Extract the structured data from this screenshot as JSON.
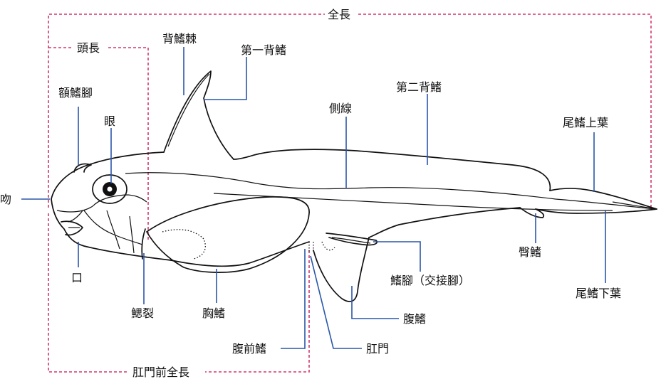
{
  "labels": {
    "total_length": "全長",
    "head_length": "頭長",
    "preanal_length": "肛門前全長",
    "frontal_clasper": "額鰭腳",
    "eye": "眼",
    "snout": "吻",
    "mouth": "口",
    "gill_slit": "鰓裂",
    "dorsal_spine": "背鰭棘",
    "first_dorsal": "第一背鰭",
    "second_dorsal": "第二背鰭",
    "lateral_line": "側線",
    "upper_caudal_lobe": "尾鰭上葉",
    "lower_caudal_lobe": "尾鰭下葉",
    "anal_fin": "臀鰭",
    "clasper": "鰭腳（交接腳）",
    "pelvic_fin": "腹鰭",
    "prepelvic_tenaculum": "腹前鰭",
    "anus": "肛門",
    "pectoral_fin": "胸鰭"
  },
  "colors": {
    "leader_line": "#2a57a8",
    "measure_dashed": "#d4366e",
    "outline": "#111111"
  }
}
